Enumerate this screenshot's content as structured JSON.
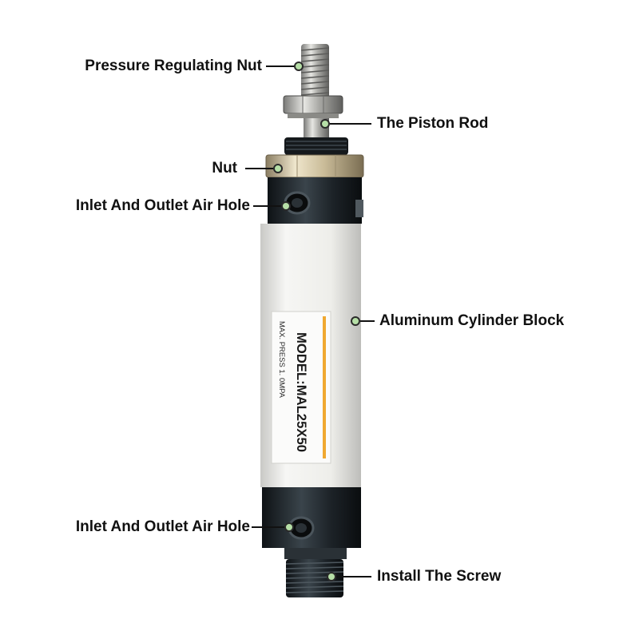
{
  "callouts": {
    "pressure_nut": "Pressure Regulating Nut",
    "piston_rod": "The Piston Rod",
    "nut": "Nut",
    "air_hole_top": "Inlet And Outlet Air Hole",
    "cylinder_block": "Aluminum Cylinder Block",
    "air_hole_bottom": "Inlet And Outlet Air Hole",
    "install_screw": "Install The Screw"
  },
  "product_label": {
    "model": "MODEL:MAL25X50",
    "pressure": "MAX. PRESS  1. 0MPA"
  },
  "colors": {
    "dot_fill": "#b6dfa7",
    "cylinder_white": "#f1f1ee",
    "anodized_black": "#1e2428",
    "label_accent": "#f0a830"
  }
}
